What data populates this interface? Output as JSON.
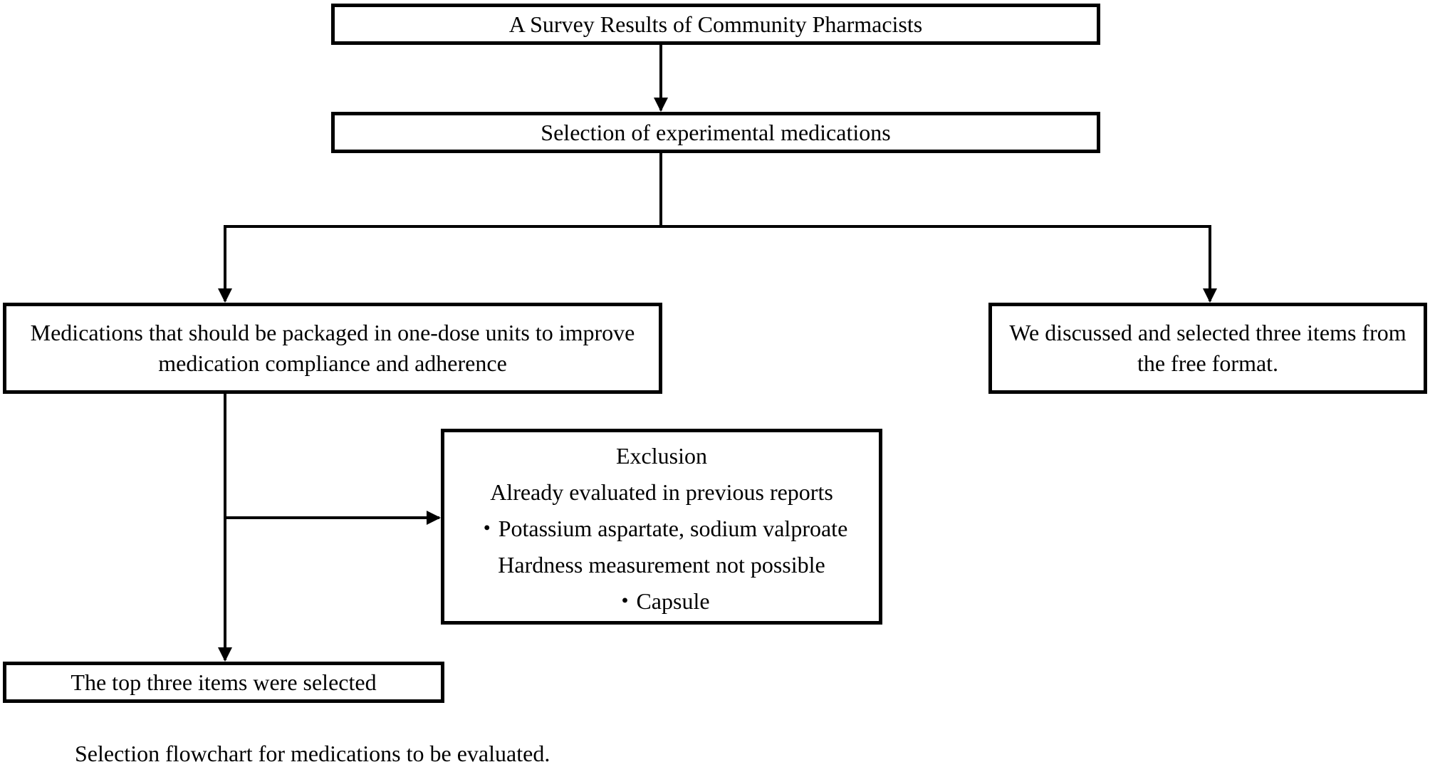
{
  "nodes": {
    "survey": "A Survey Results of Community Pharmacists",
    "selection": "Selection of experimental medications",
    "one_dose": {
      "line1": "Medications that should be packaged in one-dose units to improve",
      "line2": "medication compliance and adherence"
    },
    "free_format": {
      "line1": "We discussed and selected three items from",
      "line2": "the free format."
    },
    "exclusion": {
      "title": "Exclusion",
      "reason1": "Already evaluated in previous reports",
      "item1": "・Potassium aspartate, sodium valproate",
      "reason2": "Hardness measurement not possible",
      "item2": "・Capsule"
    },
    "top_three": "The top three items were selected"
  },
  "caption": "Selection flowchart for medications to be evaluated.",
  "colors": {
    "stroke": "#000000",
    "background": "#ffffff"
  }
}
